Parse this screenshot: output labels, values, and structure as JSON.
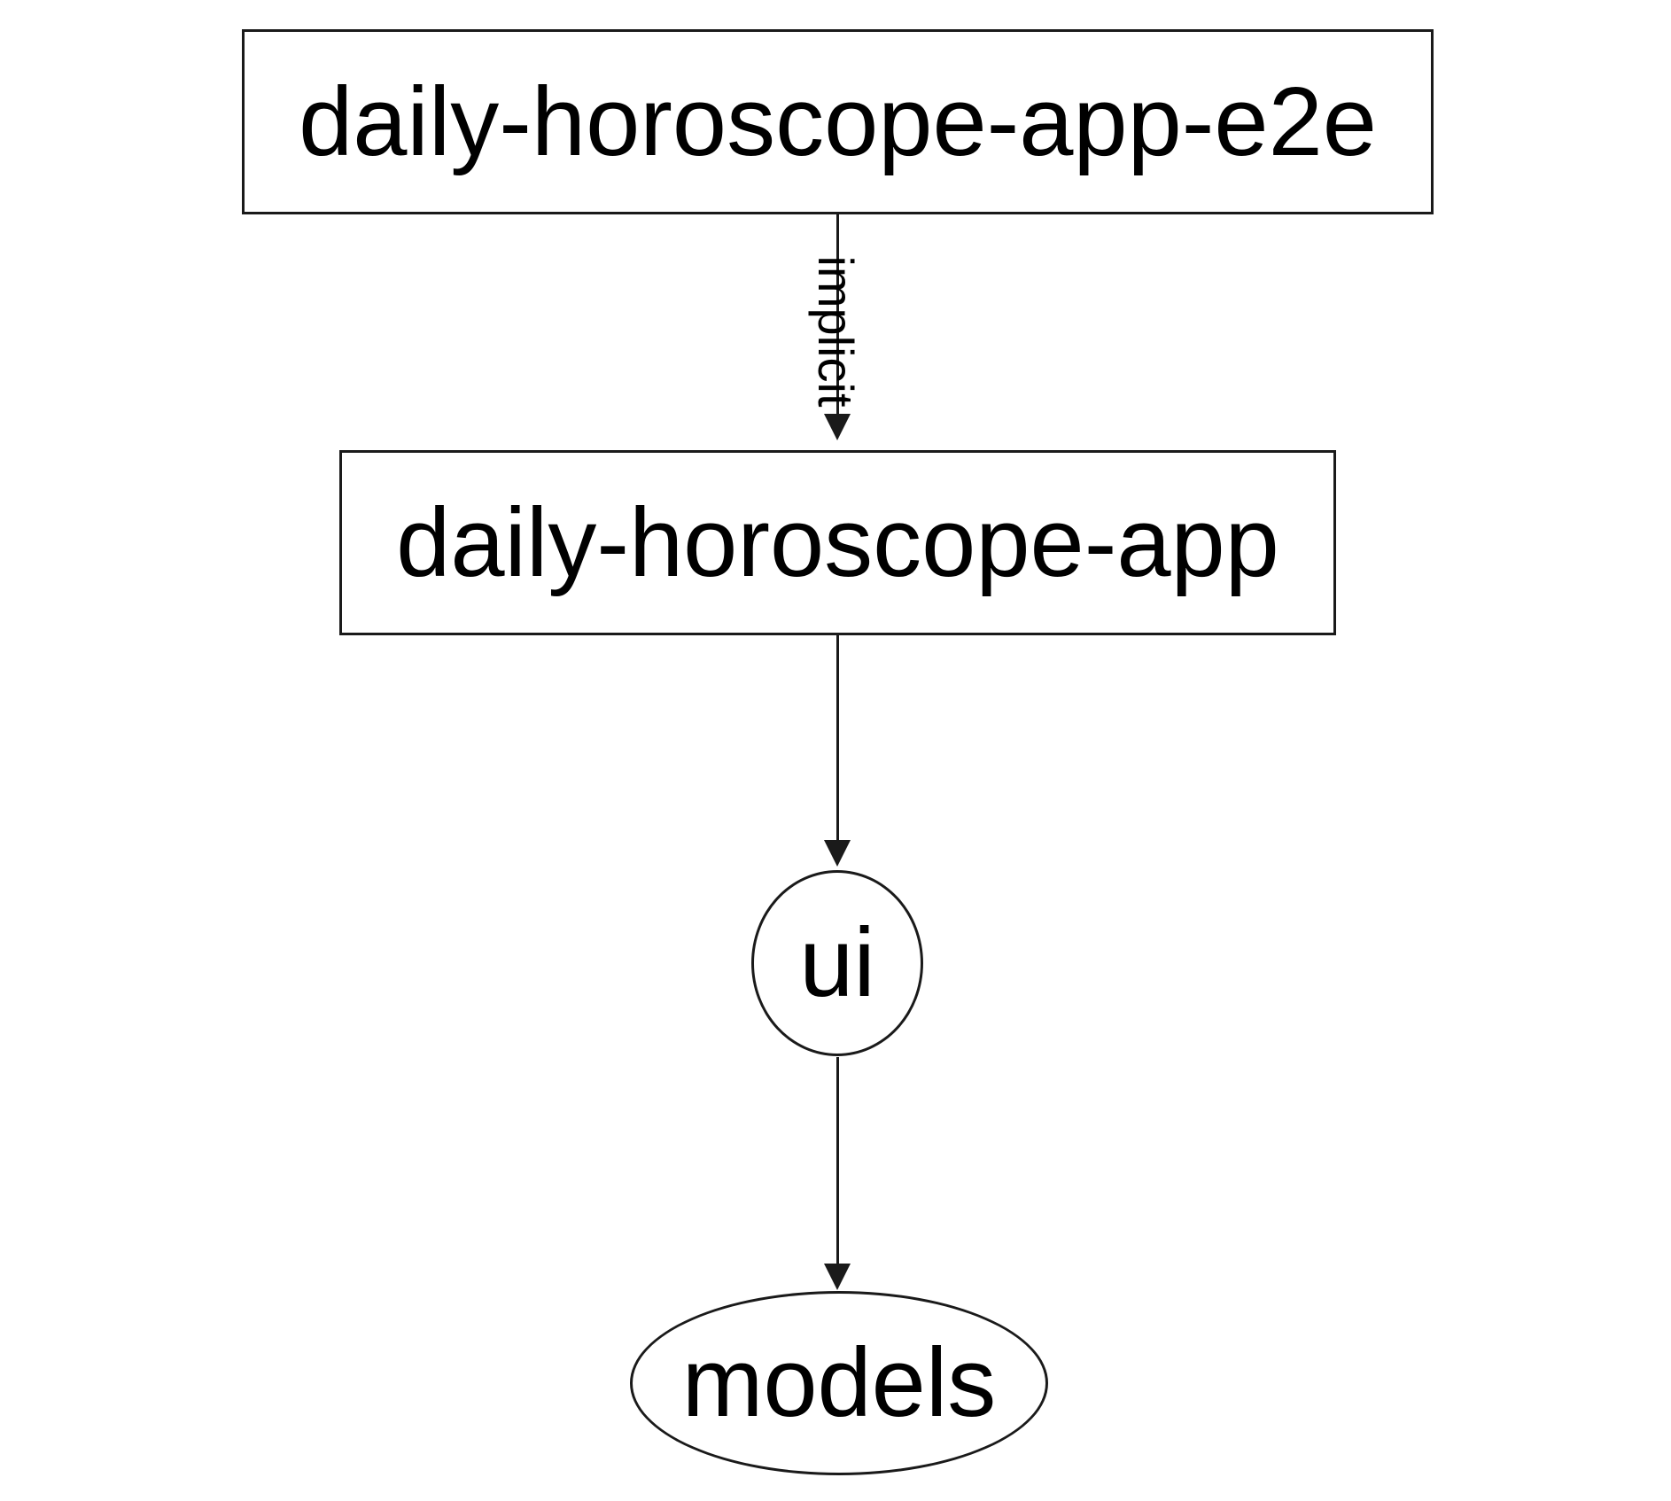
{
  "diagram": {
    "type": "dependency-graph",
    "nodes": [
      {
        "id": "daily-horoscope-app-e2e",
        "label": "daily-horoscope-app-e2e",
        "shape": "rectangle"
      },
      {
        "id": "daily-horoscope-app",
        "label": "daily-horoscope-app",
        "shape": "rectangle"
      },
      {
        "id": "ui",
        "label": "ui",
        "shape": "circle"
      },
      {
        "id": "models",
        "label": "models",
        "shape": "ellipse"
      }
    ],
    "edges": [
      {
        "from": "daily-horoscope-app-e2e",
        "to": "daily-horoscope-app",
        "label": "implicit"
      },
      {
        "from": "daily-horoscope-app",
        "to": "ui"
      },
      {
        "from": "ui",
        "to": "models"
      }
    ],
    "colors": {
      "background": "#ffffff",
      "stroke": "#1a1a1a",
      "text": "#000000"
    }
  }
}
